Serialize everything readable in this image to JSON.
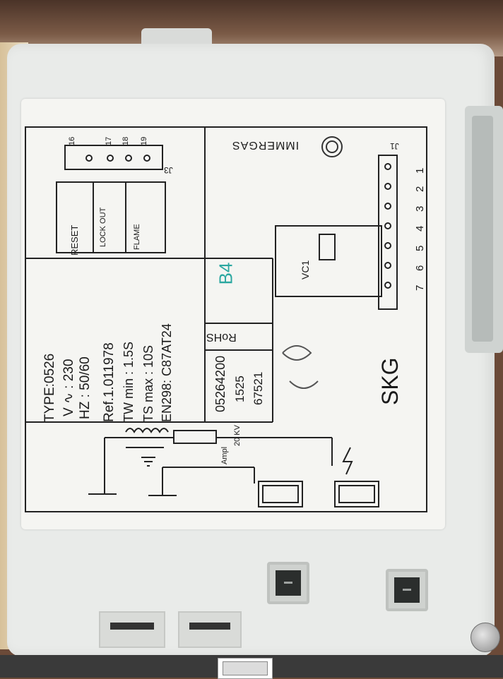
{
  "label": {
    "brand": "IMMERGAS",
    "reset": "RESET",
    "lock_out": "LOCK OUT",
    "flame": "FLAME",
    "pins_top": [
      "16",
      "17",
      "18",
      "19"
    ],
    "j3": "J3",
    "j1": "J1",
    "j1_pins": [
      "1",
      "2",
      "3",
      "4",
      "5",
      "6",
      "7"
    ],
    "vc1": "VC1",
    "b4": "B4",
    "rohs": "RoHS",
    "type": "TYPE:0526",
    "voltage": "V ∿ : 230",
    "hz": "HZ : 50/60",
    "ref": "Ref.1.011978",
    "tw_min": "TW min : 1.5S",
    "ts_max": "TS max : 10S",
    "en": "EN298: C87AT24",
    "code1": "05264200",
    "code2": "1525",
    "code3": "67521",
    "kv": "20 KV",
    "ampl": "Ampl",
    "maker": "SKG"
  },
  "colors": {
    "label_bg": "#f5f5f2",
    "b4_text": "#2aa7a0",
    "housing": "#e9ebe9"
  }
}
